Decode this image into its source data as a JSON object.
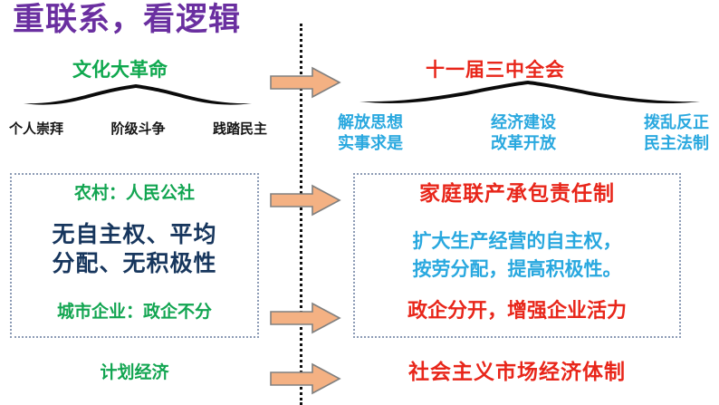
{
  "slide": {
    "title": "重联系，看逻辑",
    "title_color": "#6A2FA0",
    "background_color": "#FFFFFF"
  },
  "colors": {
    "green": "#12A551",
    "red": "#E8261A",
    "light_blue": "#29A8DF",
    "navy": "#17365D",
    "black": "#161616",
    "arrow_fill": "#F4B183",
    "arrow_stroke": "#808080",
    "box_border": "#8C9BB5",
    "divider": "#111111"
  },
  "left_column": {
    "heading": "文化大革命",
    "sub_items": [
      "个人崇拜",
      "阶级斗争",
      "践踏民主"
    ],
    "box": {
      "line1": "农村：人民公社",
      "line2": "无自主权、平均\n分配、无积极性",
      "line3": "城市企业：政企不分"
    },
    "bottom": "计划经济"
  },
  "right_column": {
    "heading": "十一届三中全会",
    "sub_items": [
      "解放思想\n实事求是",
      "经济建设\n改革开放",
      "拨乱反正\n民主法制"
    ],
    "box": {
      "line1": "家庭联产承包责任制",
      "line2": "扩大生产经营的自主权，\n按劳分配，提高积极性。",
      "line3": "政企分开，增强企业活力"
    },
    "bottom": "社会主义市场经济体制"
  },
  "arrows": {
    "count": 4,
    "direction": "right",
    "labels": [
      "arrow-row-1",
      "arrow-row-2",
      "arrow-row-3",
      "arrow-row-4"
    ]
  },
  "divider": {
    "style": "dotted-vertical"
  }
}
